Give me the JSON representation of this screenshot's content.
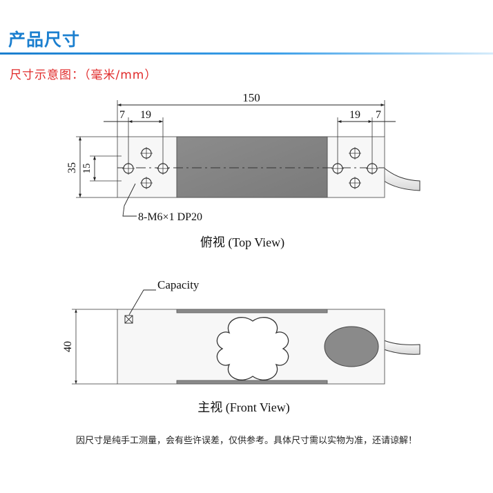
{
  "header": {
    "title": "产品尺寸",
    "subtitle": "尺寸示意图：（毫米/mm）"
  },
  "top_view": {
    "dim_total_length": "150",
    "dim_left_edge": "7",
    "dim_left_spacing": "19",
    "dim_right_spacing": "19",
    "dim_right_edge": "7",
    "dim_height": "35",
    "dim_hole_spacing": "15",
    "hole_label": "8-M6×1 DP20",
    "caption": "俯视 (Top View)"
  },
  "front_view": {
    "capacity_label": "Capacity",
    "dim_height": "40",
    "caption": "主视 (Front View)"
  },
  "footer": {
    "note": "因尺寸是纯手工测量，会有些许误差，仅供参考。具体尺寸需以实物为准，还请谅解！"
  },
  "colors": {
    "header_blue": "#1b7fcf",
    "subtitle_red": "#e02a2a",
    "strain_gauge_gray": "#8a8a8a"
  }
}
